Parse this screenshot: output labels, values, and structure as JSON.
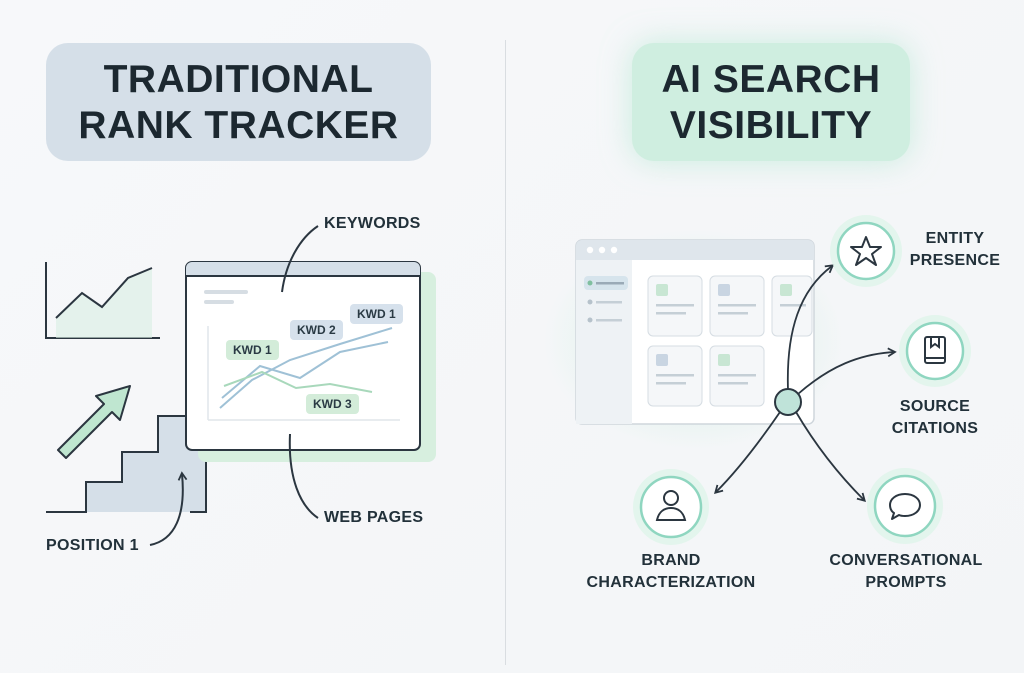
{
  "left": {
    "title_line1": "TRADITIONAL",
    "title_line2": "RANK TRACKER",
    "label_keywords": "KEYWORDS",
    "label_web_pages": "WEB PAGES",
    "label_position": "POSITION 1",
    "chips": [
      "KWD 1",
      "KWD 2",
      "KWD 1",
      "KWD 3"
    ]
  },
  "right": {
    "title_line1": "AI SEARCH",
    "title_line2": "VISIBILITY",
    "entity_line1": "ENTITY",
    "entity_line2": "PRESENCE",
    "source_line1": "SOURCE",
    "source_line2": "CITATIONS",
    "brand_line1": "BRAND",
    "brand_line2": "CHARACTERIZATION",
    "conv_line1": "CONVERSATIONAL",
    "conv_line2": "PROMPTS"
  },
  "icons": {
    "entity": "star-icon",
    "source": "book-icon",
    "brand": "person-icon",
    "conv": "chat-bubble-icon"
  },
  "colors": {
    "left_title_bg": "#d5dfe8",
    "right_title_bg": "#cfeee0",
    "accent_green": "#a8dcc2",
    "accent_teal": "#7fc6b0",
    "line_dark": "#2b3640"
  }
}
